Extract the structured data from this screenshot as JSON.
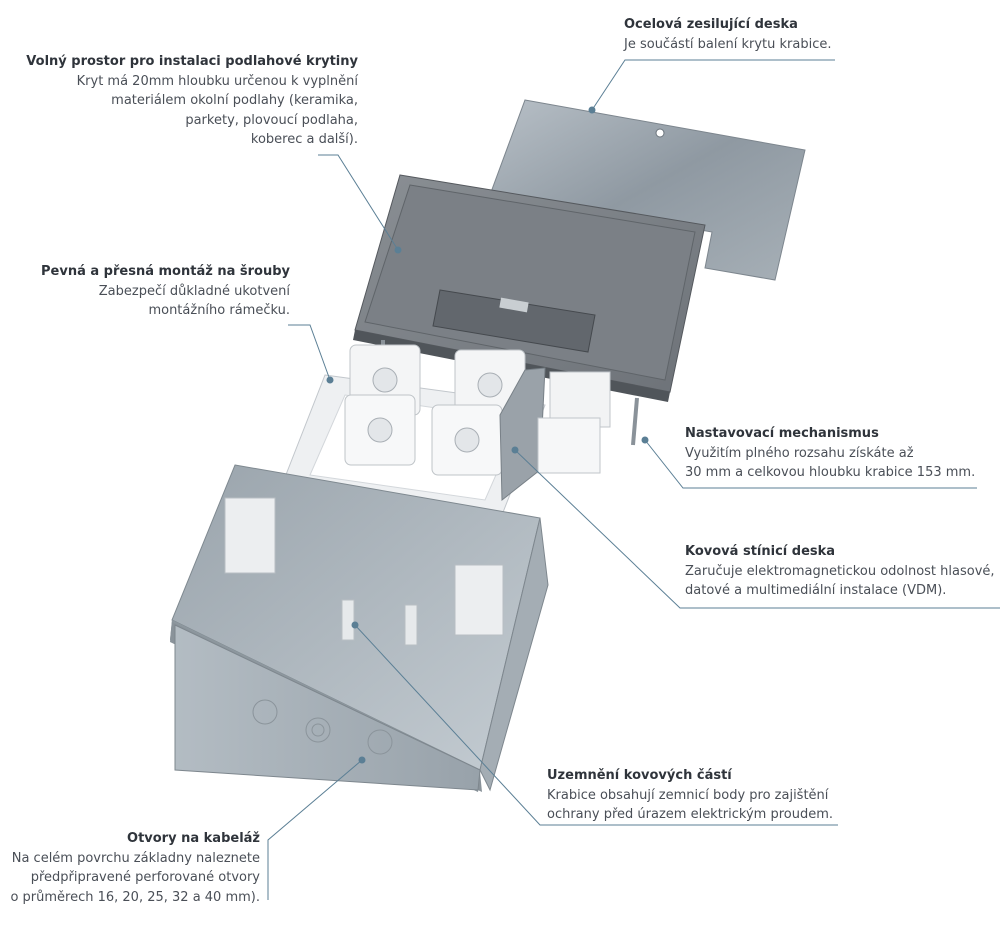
{
  "callouts": [
    {
      "title": "Volný prostor pro instalaci podlahové krytiny",
      "lines": [
        "Kryt má 20mm hloubku určenou k vyplnění",
        "materiálem okolní podlahy (keramika,",
        "parkety, plovoucí podlaha,",
        "koberec a další)."
      ]
    },
    {
      "title": "Ocelová zesilující deska",
      "lines": [
        "Je součástí balení krytu krabice."
      ]
    },
    {
      "title": "Pevná a přesná montáž na šrouby",
      "lines": [
        "Zabezpečí důkladné ukotvení",
        "montážního rámečku."
      ]
    },
    {
      "title": "Nastavovací mechanismus",
      "lines": [
        "Využitím plného rozsahu získáte až",
        "30 mm a celkovou hloubku krabice 153 mm."
      ]
    },
    {
      "title": "Kovová stínicí deska",
      "lines": [
        "Zaručuje elektromagnetickou odolnost hlasové,",
        "datové a multimediální instalace (VDM)."
      ]
    },
    {
      "title": "Uzemnění kovových částí",
      "lines": [
        "Krabice obsahují zemnicí body pro zajištění",
        "ochrany před úrazem elektrickým proudem."
      ]
    },
    {
      "title": "Otvory na kabeláž",
      "lines": [
        "Na celém povrchu základny naleznete",
        "předpřipravené perforované otvory",
        "o průměrech 16, 20, 25, 32 a 40 mm)."
      ]
    }
  ],
  "colors": {
    "leader_line": "#5b7f95",
    "title_text": "#2f343b",
    "body_text": "#4a4f57"
  }
}
